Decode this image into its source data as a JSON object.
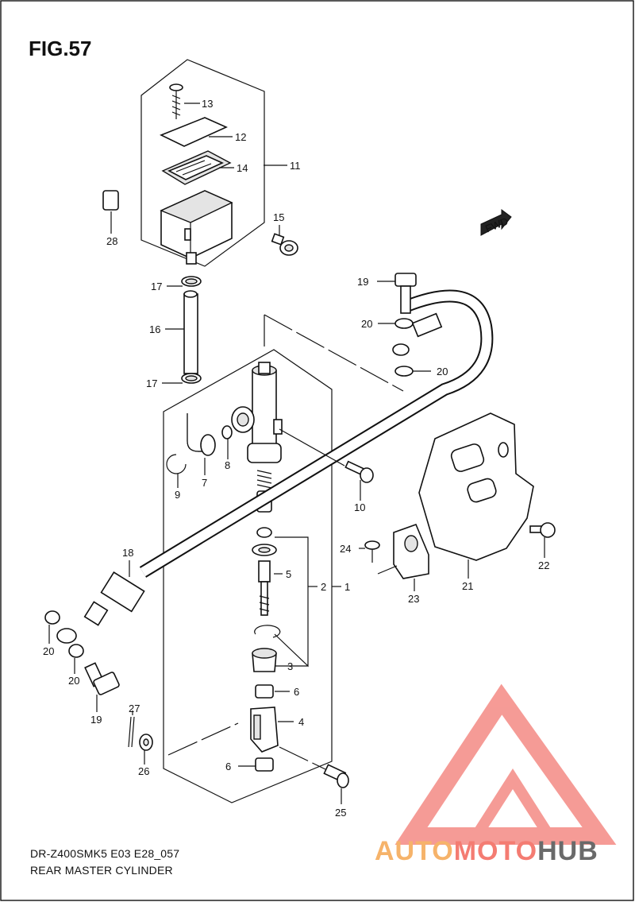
{
  "figure": {
    "title": "FIG.57",
    "code": "DR-Z400SMK5 E03 E28_057",
    "name": "REAR MASTER CYLINDER"
  },
  "fwd_arrow": {
    "text": "FWD"
  },
  "callouts": {
    "c1": "1",
    "c2": "2",
    "c3": "3",
    "c4": "4",
    "c5": "5",
    "c6a": "6",
    "c6b": "6",
    "c7": "7",
    "c8": "8",
    "c9": "9",
    "c10": "10",
    "c11": "11",
    "c12": "12",
    "c13": "13",
    "c14": "14",
    "c15": "15",
    "c16": "16",
    "c17a": "17",
    "c17b": "17",
    "c18": "18",
    "c19a": "19",
    "c19b": "19",
    "c20a": "20",
    "c20b": "20",
    "c20c": "20",
    "c20d": "20",
    "c21": "21",
    "c22": "22",
    "c23": "23",
    "c24": "24",
    "c25": "25",
    "c26": "26",
    "c27": "27",
    "c28": "28"
  },
  "watermark": {
    "part1": "AUTO",
    "part2": "MOTO",
    "part3": "HUB",
    "colors": {
      "auto": "#f6b36a",
      "moto": "#f47c72",
      "hub": "#6a6a6a",
      "triangle": "#f48a84"
    }
  }
}
